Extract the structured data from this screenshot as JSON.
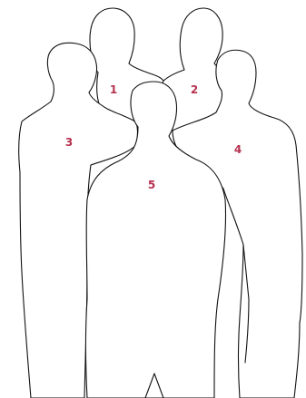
{
  "people": [
    {
      "id": "1",
      "label": "1"
    },
    {
      "id": "2",
      "label": "2"
    },
    {
      "id": "3",
      "label": "3"
    },
    {
      "id": "4",
      "label": "4"
    },
    {
      "id": "5",
      "label": "5"
    }
  ],
  "colors": {
    "label": "#b5314f",
    "outline": "#111111",
    "background": "#ffffff"
  }
}
